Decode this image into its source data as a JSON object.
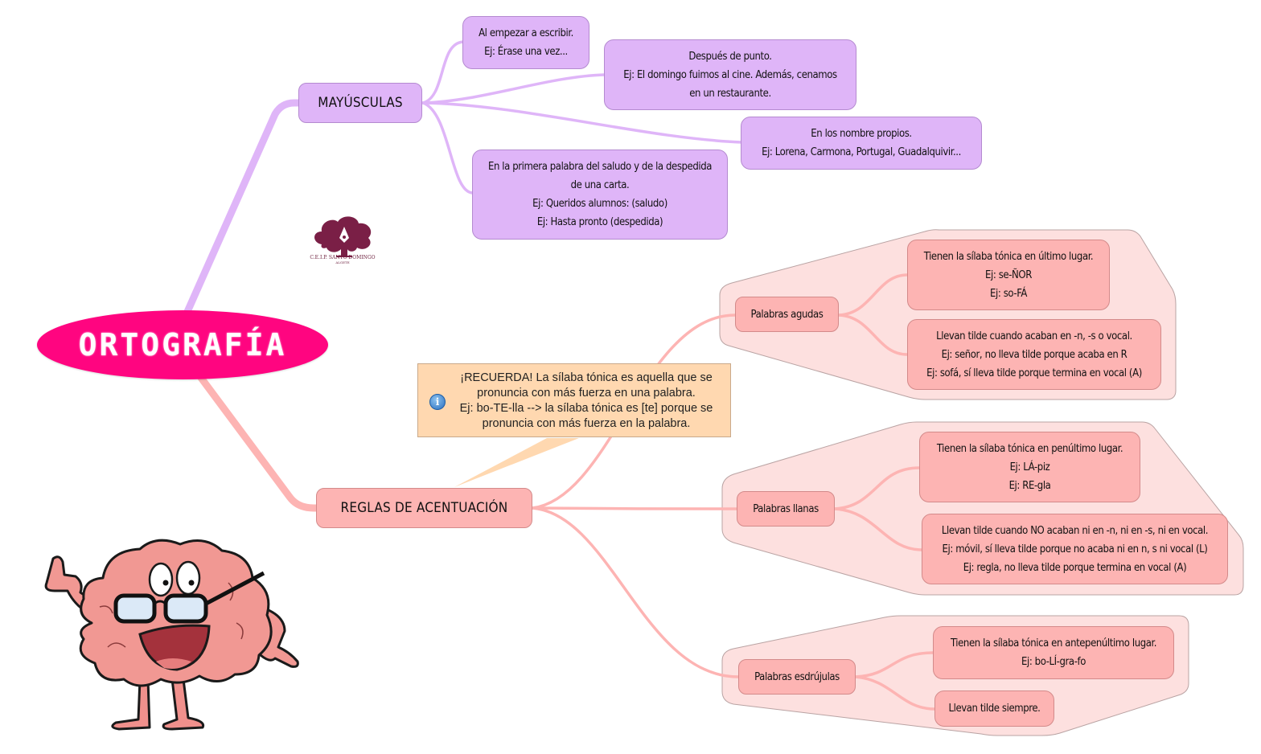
{
  "central_topic": "ORTOGRAFÍA",
  "colors": {
    "central": "#ff0580",
    "mayusculas_branch": "#dfb5f8",
    "acentuacion_branch": "#fdb4b3",
    "boundary_fill": "#fde0df",
    "note_fill": "#ffd8b0"
  },
  "branches": {
    "mayusculas": {
      "label": "MAYÚSCULAS",
      "children": [
        {
          "lines": [
            "Al empezar a escribir.",
            "Ej: Érase una vez..."
          ]
        },
        {
          "lines": [
            "Después de punto.",
            "Ej: El domingo fuimos al cine. Además, cenamos",
            "en un restaurante."
          ]
        },
        {
          "lines": [
            "En los nombre propios.",
            "Ej: Lorena, Carmona, Portugal, Guadalquivir..."
          ]
        },
        {
          "lines": [
            "En la primera palabra del saludo y de la despedida",
            "de una carta.",
            "Ej: Queridos alumnos: (saludo)",
            "Ej: Hasta pronto (despedida)"
          ]
        }
      ]
    },
    "acentuacion": {
      "label": "REGLAS DE ACENTUACIÓN",
      "note": {
        "icon": "info-icon",
        "lines": [
          "¡RECUERDA! La sílaba tónica es aquella que se",
          "pronuncia con más fuerza en una palabra.",
          "Ej: bo-TE-lla --> la sílaba tónica es [te] porque se",
          "pronuncia con más fuerza en la palabra."
        ]
      },
      "children": [
        {
          "label": "Palabras agudas",
          "children": [
            {
              "lines": [
                "Tienen la sílaba tónica en último lugar.",
                "Ej: se-ÑOR",
                "Ej: so-FÁ"
              ]
            },
            {
              "lines": [
                "Llevan tilde cuando acaban en -n, -s o vocal.",
                "Ej: señor, no lleva tilde porque acaba en R",
                "Ej: sofá, sí lleva tilde porque termina en vocal (A)"
              ]
            }
          ]
        },
        {
          "label": "Palabras llanas",
          "children": [
            {
              "lines": [
                "Tienen la sílaba tónica en penúltimo lugar.",
                "Ej: LÁ-piz",
                "Ej: RE-gla"
              ]
            },
            {
              "lines": [
                "Llevan tilde cuando NO acaban ni en -n, ni en -s, ni en vocal.",
                "Ej: móvil, sí lleva tilde porque no acaba ni en n, s ni vocal (L)",
                "Ej: regla, no lleva tilde porque termina en vocal (A)"
              ]
            }
          ]
        },
        {
          "label": "Palabras esdrújulas",
          "children": [
            {
              "lines": [
                "Tienen la sílaba tónica en antepenúltimo lugar.",
                "Ej: bo-LÍ-gra-fo"
              ]
            },
            {
              "lines": [
                "Llevan tilde siempre."
              ]
            }
          ]
        }
      ]
    }
  },
  "logo": {
    "caption_line1": "C.E.I.P. SANTO DOMINGO",
    "caption_line2": "ALGETE"
  },
  "illustration": "cartoon-brain-with-glasses"
}
